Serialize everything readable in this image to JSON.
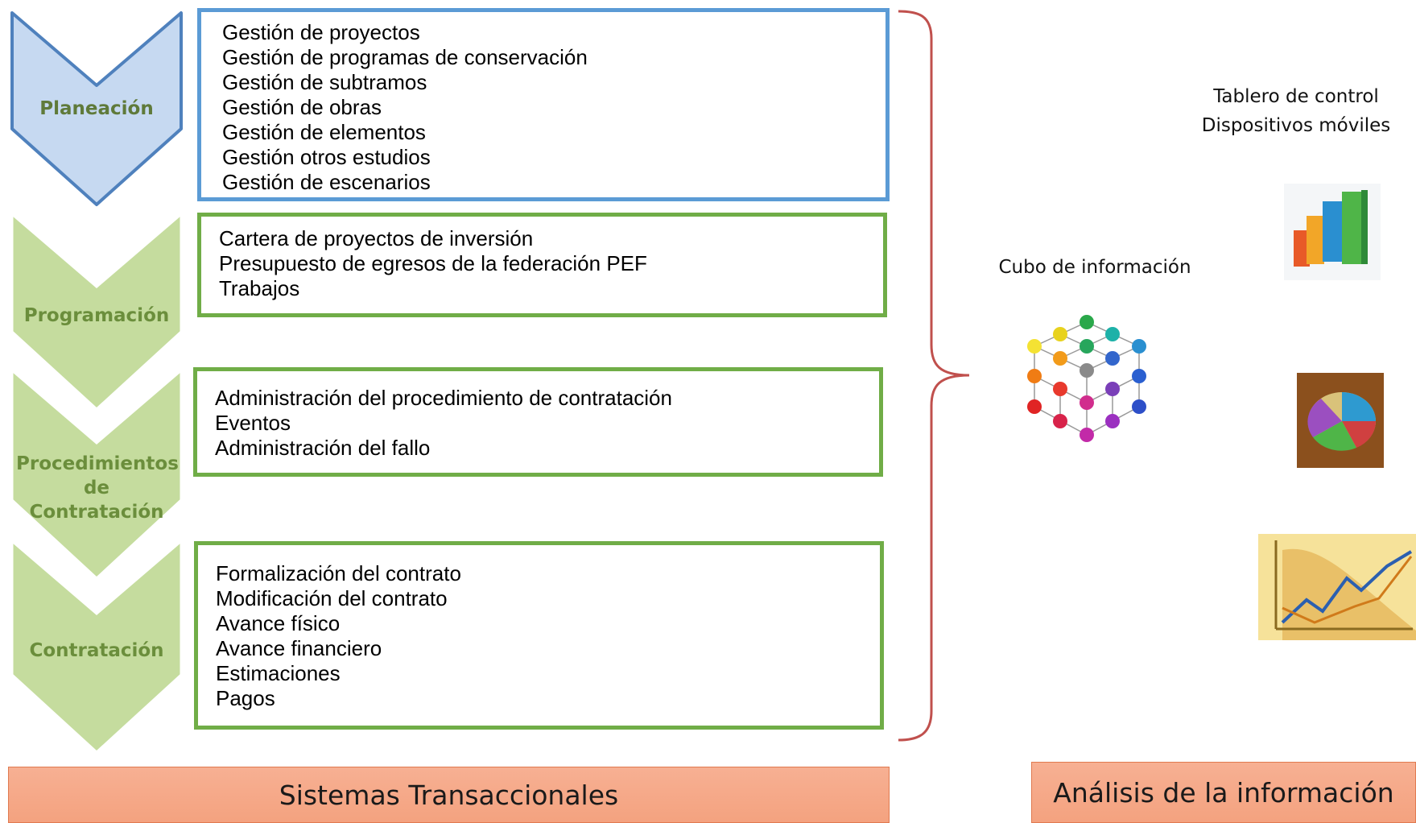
{
  "colors": {
    "chevron_blue_fill": "#c6d9f1",
    "chevron_blue_stroke": "#4f81bd",
    "chevron_green_fill": "#c5dc9e",
    "chevron_green_stroke": "#ffffff",
    "chevron_text_blue": "#5f7a3a",
    "chevron_text_green": "#6b8e3c",
    "box_blue_border": "#5b9bd5",
    "box_green_border": "#70ad47",
    "brace_color": "#c0504d",
    "bar_fill": "#f4a27f"
  },
  "stages": [
    {
      "label": "Planeación"
    },
    {
      "label": "Programación"
    },
    {
      "label": "Procedimientos de Contratación"
    },
    {
      "label": "Contratación"
    }
  ],
  "boxes": [
    {
      "items": [
        "Gestión de proyectos",
        "Gestión de programas de conservación",
        "Gestión de subtramos",
        "Gestión de obras",
        "Gestión de elementos",
        "Gestión otros estudios",
        "Gestión de escenarios"
      ]
    },
    {
      "items": [
        "Cartera de proyectos de inversión",
        "Presupuesto de egresos de la federación PEF",
        "Trabajos"
      ]
    },
    {
      "items": [
        "Administración del procedimiento de contratación",
        "Eventos",
        "Administración del fallo"
      ]
    },
    {
      "items": [
        "Formalización del contrato",
        "Modificación del contrato",
        "Avance físico",
        "Avance financiero",
        "Estimaciones",
        "Pagos"
      ]
    }
  ],
  "right": {
    "tablero_line1": "Tablero de control",
    "tablero_line2": "Dispositivos móviles",
    "cubo_label": "Cubo de información",
    "icons": [
      "cube-icon",
      "bar-chart-icon",
      "pie-chart-icon",
      "line-chart-icon"
    ]
  },
  "bars": {
    "left_label": "Sistemas Transaccionales",
    "right_label": "Análisis de la información"
  }
}
